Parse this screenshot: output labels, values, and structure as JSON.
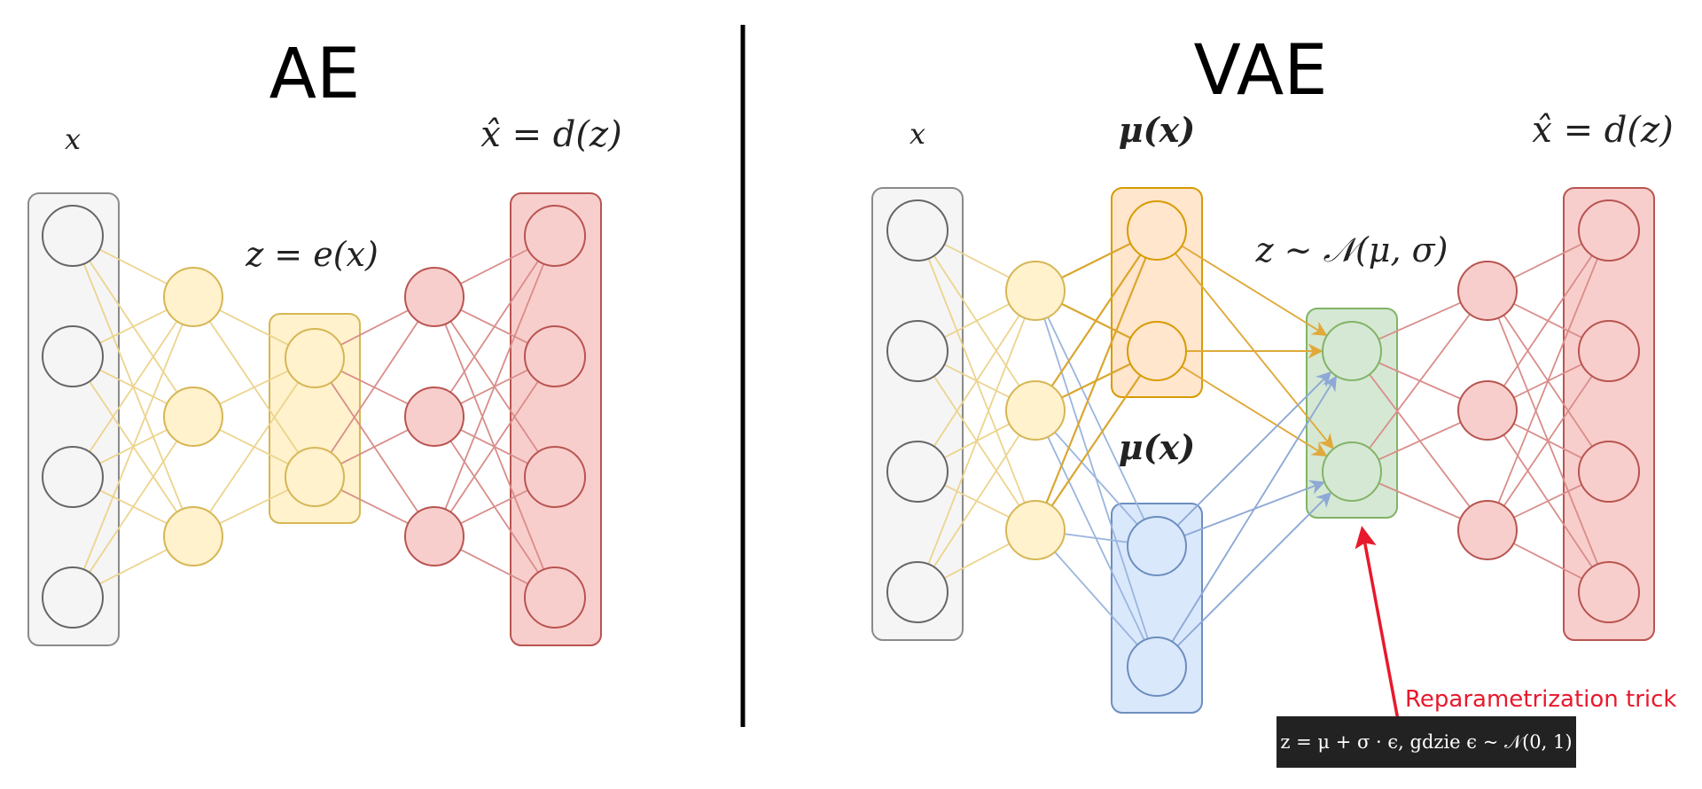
{
  "ae": {
    "title": "AE",
    "input_label": "x",
    "latent_label": "z = e(x)",
    "output_label": "x̂ = d(z)"
  },
  "vae": {
    "title": "VAE",
    "input_label": "x",
    "mu_label": "μ(x)",
    "sigma_label": "μ(x)",
    "latent_label": "z  ~ 𝒩(μ, σ)",
    "output_label": "x̂ = d(z)",
    "annotation": "Reparametrization trick",
    "formula": "z = μ + σ · ϵ,    gdzie ϵ ~ 𝒩(0, 1)"
  },
  "colors": {
    "input_fill": "#f5f5f5",
    "input_stroke": "#666666",
    "hidden_fill": "#fff2cc",
    "hidden_stroke": "#d6b656",
    "decoder_fill": "#f8cecc",
    "decoder_stroke": "#b85450",
    "mu_fill": "#ffe6cc",
    "mu_stroke": "#d79b00",
    "sigma_fill": "#dae8fc",
    "sigma_stroke": "#6c8ebf",
    "latent_fill": "#d5e8d4",
    "latent_stroke": "#82b366",
    "annotation": "#e8192c",
    "formula_bg": "#222222"
  }
}
